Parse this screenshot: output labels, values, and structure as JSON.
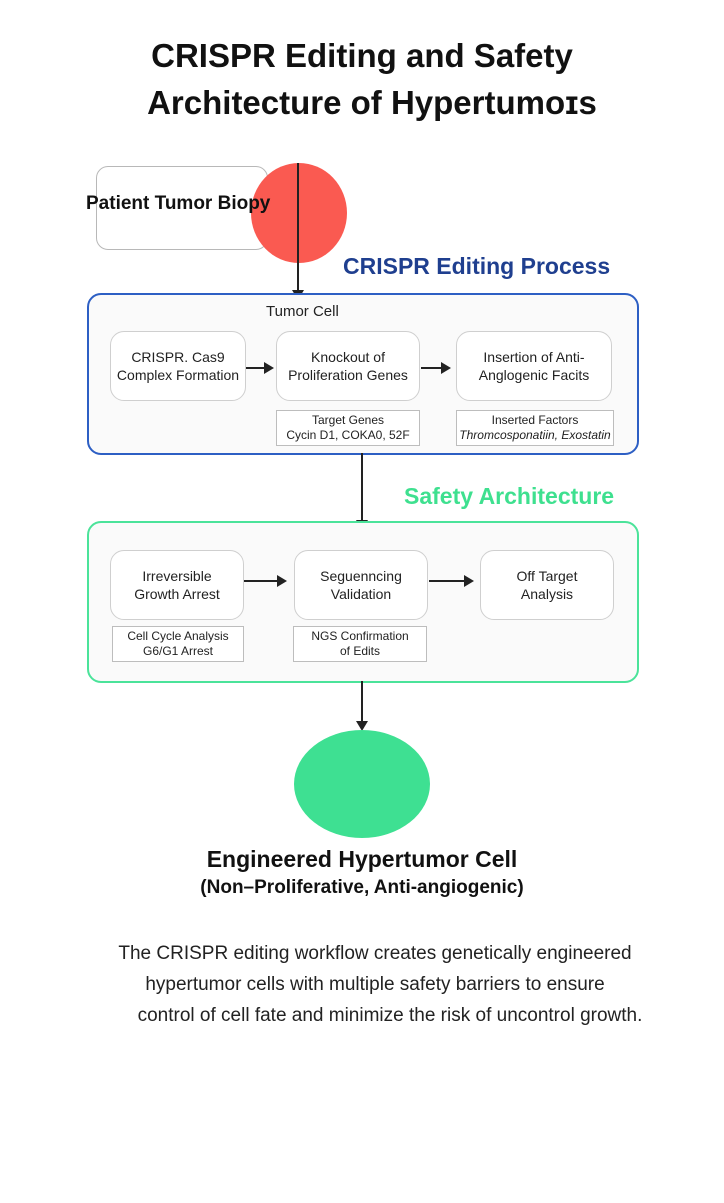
{
  "title": {
    "line1": "CRISPR Editing and Safety",
    "line2": "Architecture of Hypertumoɪs"
  },
  "source": {
    "label": "Patient Tumor Biopy"
  },
  "crispr_process": {
    "heading": "CRISPR Editing Process",
    "heading_color": "#1f3f8f",
    "panel_color": "#2d5fc4",
    "entry_label": "Tumor Cell",
    "steps": [
      {
        "line1": "CRISPR. Cas9",
        "line2": "Complex Formation"
      },
      {
        "line1": "Knockout of",
        "line2": "Proliferation Genes"
      },
      {
        "line1": "Insertion of Anti-",
        "line2": "Anglogenic Facits"
      }
    ],
    "notes": [
      {
        "line1": "Target Genes",
        "line2": "Cycin D1, COKA0, 52F"
      },
      {
        "line1": "Inserted Factors",
        "line2": "Thromcosponatiin, Exostatin"
      }
    ]
  },
  "safety": {
    "heading": "Safety Architecture",
    "heading_color": "#3ee08f",
    "panel_color": "#4be39a",
    "steps": [
      {
        "line1": "Irreversible",
        "line2": "Growth Arrest"
      },
      {
        "line1": "Seguenncing",
        "line2": "Validation"
      },
      {
        "line1": "Off Target",
        "line2": "Analysis"
      }
    ],
    "notes": [
      {
        "line1": "Cell Cycle Analysis",
        "line2": "G6/G1 Arrest"
      },
      {
        "line1": "NGS Confirmation",
        "line2": "of Edits"
      }
    ]
  },
  "result": {
    "title": "Engineered Hypertumor Cell",
    "subtitle": "(Non–Proliferative, Anti-angiogenic)"
  },
  "caption": {
    "line1": "The CRISPR editing workflow creates genetically engineered",
    "line2": "hypertumor cells with multiple safety barriers to ensure",
    "line3": "control of cell fate and minimize the risk of uncontrol growth."
  }
}
